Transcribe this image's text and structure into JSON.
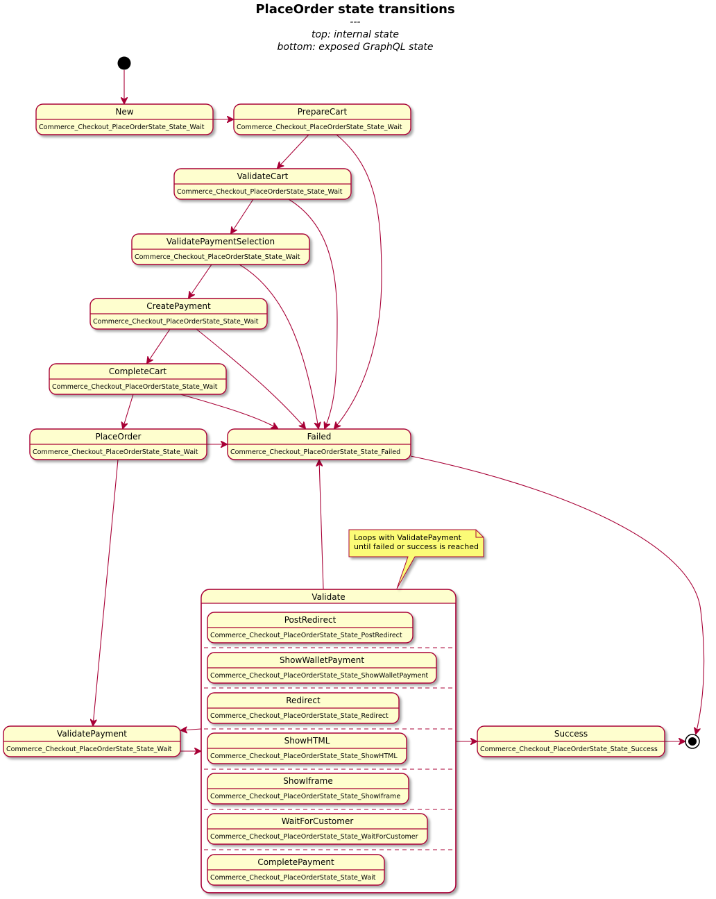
{
  "title": "PlaceOrder state transitions",
  "subtitle": [
    "---",
    "top: internal state",
    "bottom: exposed GraphQL state"
  ],
  "colors": {
    "state_fill": "#FEFECE",
    "border": "#A80036",
    "arrow": "#A80036",
    "note_fill": "#FBFB77"
  },
  "states": [
    {
      "id": "new",
      "name": "New",
      "desc": "Commerce_Checkout_PlaceOrderState_State_Wait"
    },
    {
      "id": "preparecart",
      "name": "PrepareCart",
      "desc": "Commerce_Checkout_PlaceOrderState_State_Wait"
    },
    {
      "id": "validatecart",
      "name": "ValidateCart",
      "desc": "Commerce_Checkout_PlaceOrderState_State_Wait"
    },
    {
      "id": "validatepaymentselection",
      "name": "ValidatePaymentSelection",
      "desc": "Commerce_Checkout_PlaceOrderState_State_Wait"
    },
    {
      "id": "createpayment",
      "name": "CreatePayment",
      "desc": "Commerce_Checkout_PlaceOrderState_State_Wait"
    },
    {
      "id": "completecart",
      "name": "CompleteCart",
      "desc": "Commerce_Checkout_PlaceOrderState_State_Wait"
    },
    {
      "id": "placeorder",
      "name": "PlaceOrder",
      "desc": "Commerce_Checkout_PlaceOrderState_State_Wait"
    },
    {
      "id": "failed",
      "name": "Failed",
      "desc": "Commerce_Checkout_PlaceOrderState_State_Failed"
    },
    {
      "id": "validatepayment",
      "name": "ValidatePayment",
      "desc": "Commerce_Checkout_PlaceOrderState_State_Wait"
    },
    {
      "id": "success",
      "name": "Success",
      "desc": "Commerce_Checkout_PlaceOrderState_State_Success"
    }
  ],
  "composite": {
    "name": "Validate",
    "substates": [
      {
        "id": "postredirect",
        "name": "PostRedirect",
        "desc": "Commerce_Checkout_PlaceOrderState_State_PostRedirect"
      },
      {
        "id": "showwalletpayment",
        "name": "ShowWalletPayment",
        "desc": "Commerce_Checkout_PlaceOrderState_State_ShowWalletPayment"
      },
      {
        "id": "redirect",
        "name": "Redirect",
        "desc": "Commerce_Checkout_PlaceOrderState_State_Redirect"
      },
      {
        "id": "showhtml",
        "name": "ShowHTML",
        "desc": "Commerce_Checkout_PlaceOrderState_State_ShowHTML"
      },
      {
        "id": "showiframe",
        "name": "ShowIframe",
        "desc": "Commerce_Checkout_PlaceOrderState_State_ShowIframe"
      },
      {
        "id": "waitforcustomer",
        "name": "WaitForCustomer",
        "desc": "Commerce_Checkout_PlaceOrderState_State_WaitForCustomer"
      },
      {
        "id": "completepayment",
        "name": "CompletePayment",
        "desc": "Commerce_Checkout_PlaceOrderState_State_Wait"
      }
    ]
  },
  "note": {
    "lines": [
      "Loops with ValidatePayment",
      "until failed or success is reached"
    ]
  }
}
